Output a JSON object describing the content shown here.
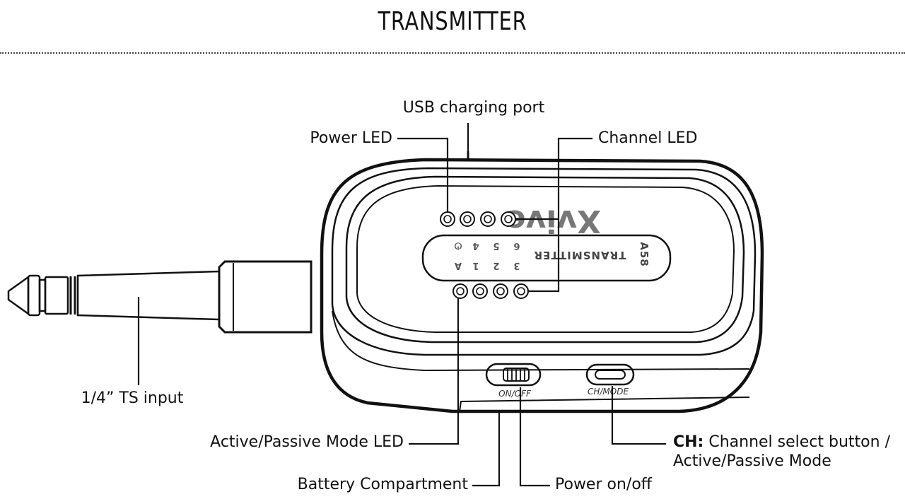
{
  "title": "TRANSMITTER",
  "device": {
    "brand_logo": "Xvive",
    "model": "A58",
    "panel_text": "TRANSMITTER",
    "channel_numbers_top": [
      "4",
      "5",
      "6"
    ],
    "channel_numbers_bottom": [
      "1",
      "2",
      "3"
    ],
    "mode_symbol": "A",
    "power_symbol": "⏻",
    "switch_label": "ON/OFF",
    "button_label": "CH/MODE"
  },
  "callouts": {
    "usb": "USB charging port",
    "power_led": "Power LED",
    "channel_led": "Channel LED",
    "ts_input": "1/4” TS input",
    "mode_led": "Active/Passive Mode LED",
    "battery": "Battery Compartment",
    "power_switch": "Power on/off",
    "ch_bold": "CH:",
    "ch_line1": " Channel select button /",
    "ch_line2": "Active/Passive Mode"
  }
}
